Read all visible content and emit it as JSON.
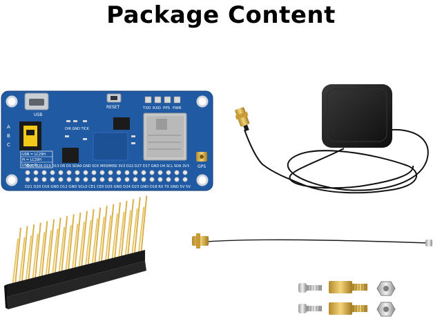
{
  "title": "Package Content",
  "board": {
    "labels": {
      "usb": "USB",
      "reset": "RESET",
      "leds": [
        "TXD",
        "RXD",
        "PPS",
        "PWR"
      ],
      "dir": "DIR GND TICK",
      "gps": "GPS",
      "abc": [
        "A",
        "B",
        "C"
      ],
      "options": [
        "USB = LC29H",
        "Pi = LC29H",
        "USB = Pi"
      ]
    },
    "pin_row_top": "GND D26 D19 D13 D6 D5 SDA0 GND SCK M0SIM0SI 3V3 D22 D27 D17 GND D4 SCL SDA 3V3",
    "pin_row_bottom": "D21 D20 D16 GND D12 GND SCL0 CE1 CE0 D25 GND D24 D23 GND D18 RX TX GND 5V 5V"
  },
  "colors": {
    "board_blue": "#1f5aa3",
    "title_text": "#000000"
  }
}
